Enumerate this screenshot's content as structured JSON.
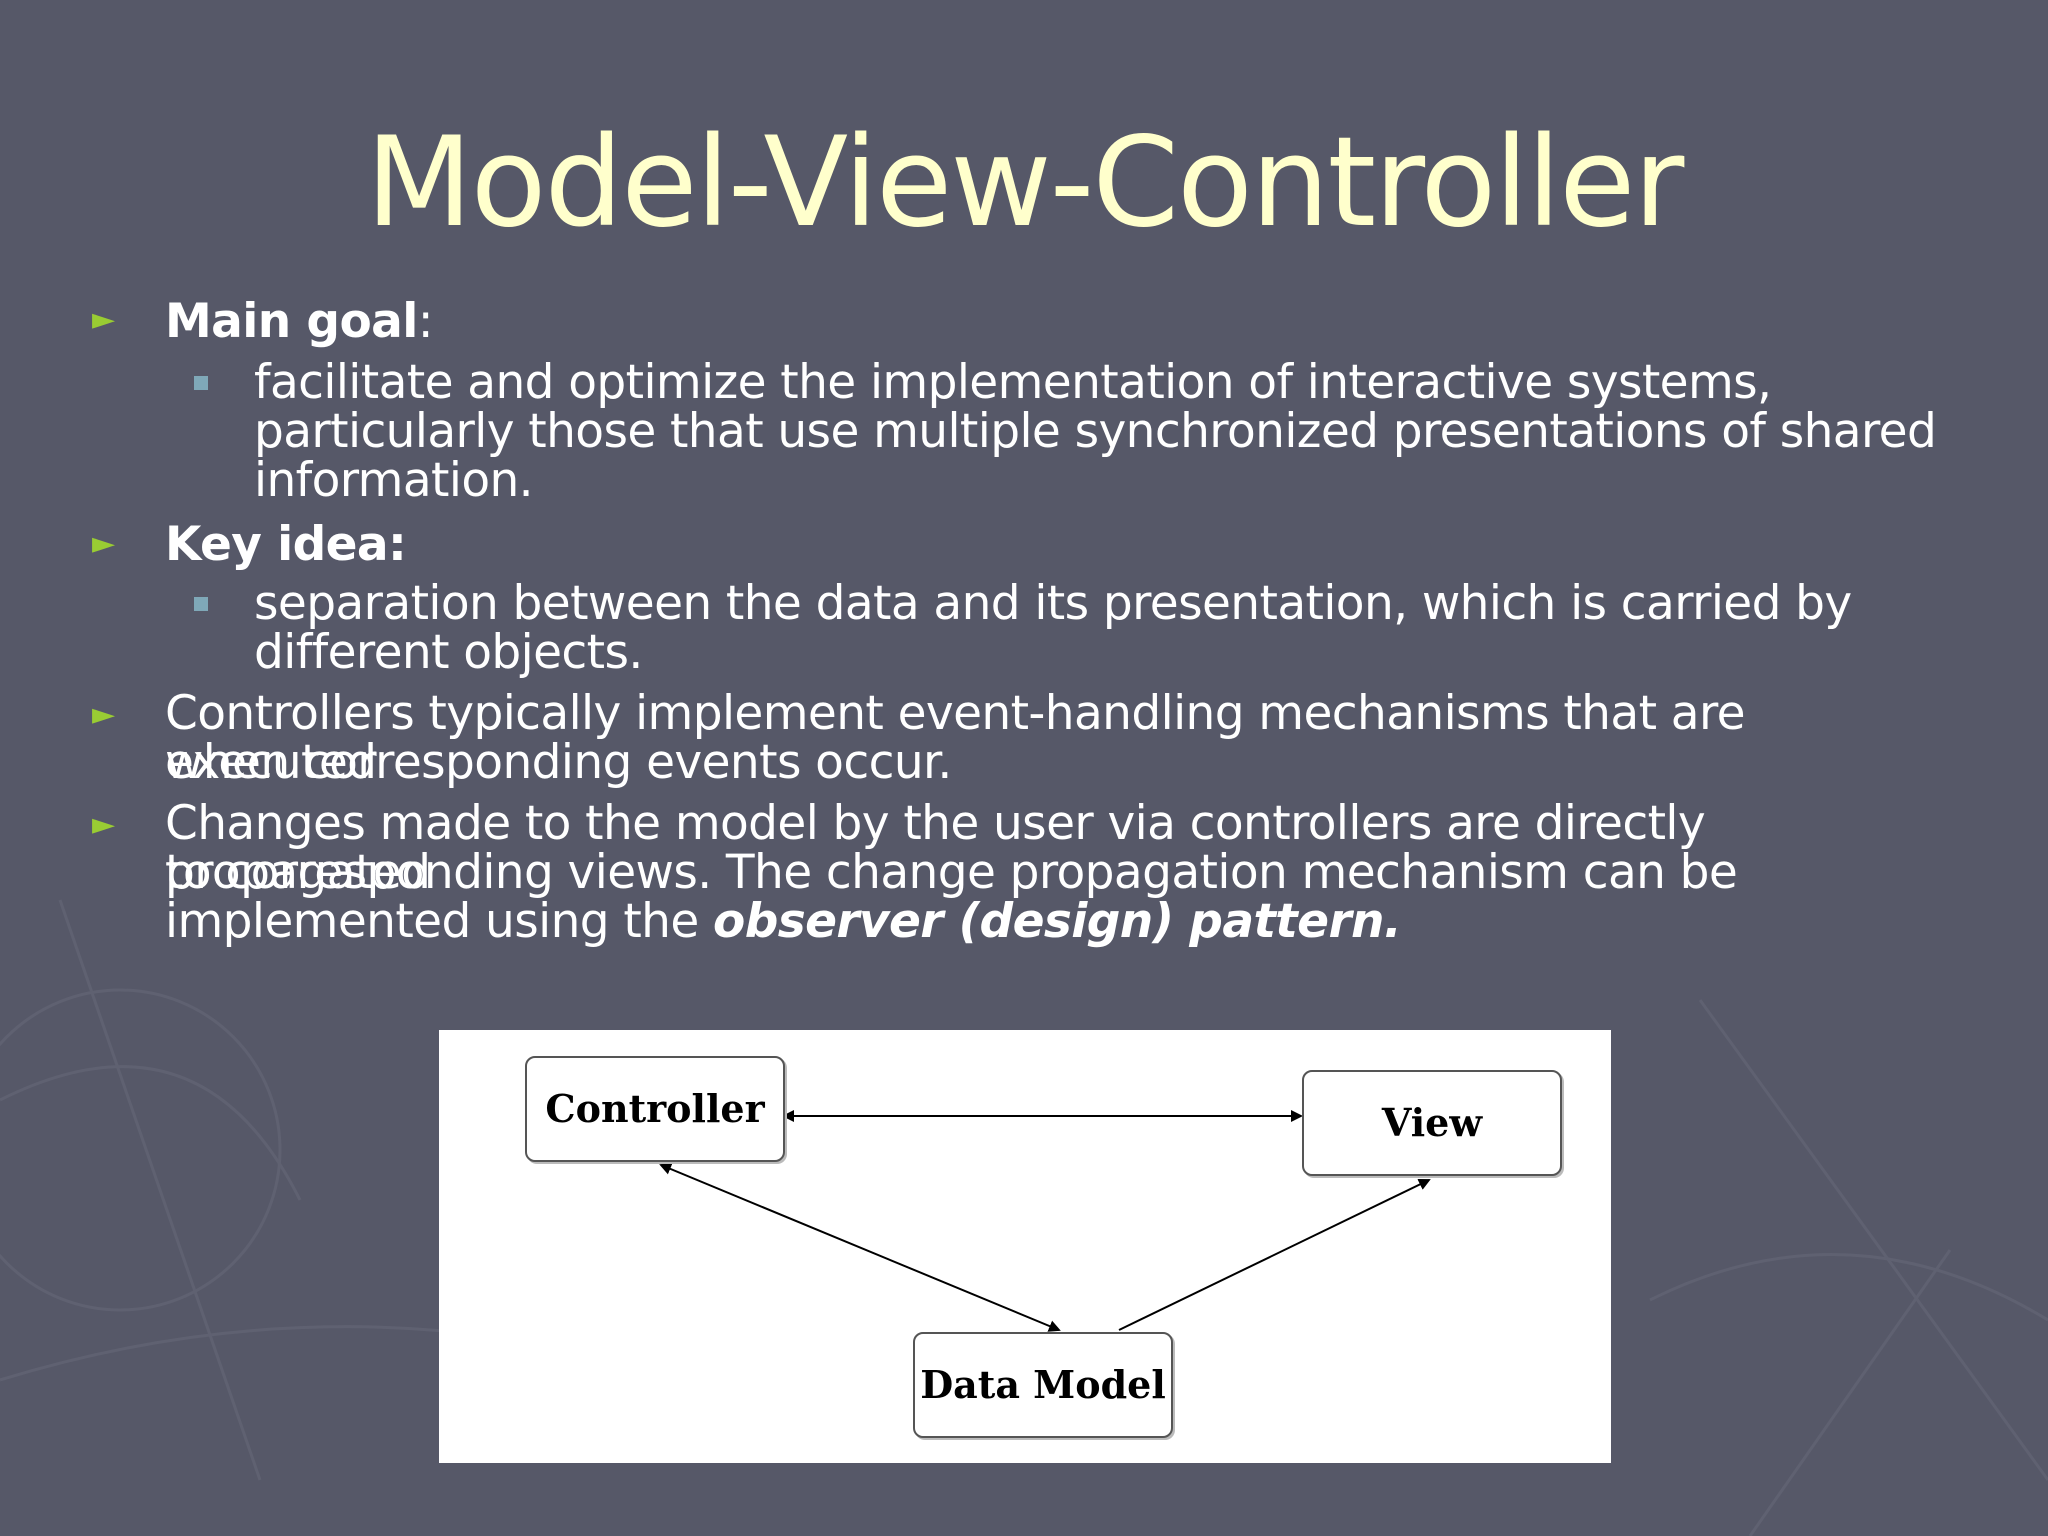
{
  "slide": {
    "title": "Model-View-Controller",
    "bullets": [
      {
        "label": "Main goal",
        "suffix": ":",
        "sub": [
          "facilitate and optimize the implementation of interactive systems,",
          "particularly those that use multiple synchronized presentations of shared",
          "information."
        ]
      },
      {
        "label": "Key idea:",
        "sub": [
          "separation between the data and its presentation, which is carried by",
          "different objects."
        ]
      },
      {
        "lines": [
          "Controllers typically implement event-handling mechanisms that are executed",
          "when corresponding events occur."
        ]
      },
      {
        "lines": [
          "Changes made to the model by the user via controllers are directly propagated",
          "to corresponding views. The change propagation mechanism can be"
        ],
        "last_prefix": "implemented using the ",
        "last_emphasis": "observer (design) pattern."
      }
    ]
  },
  "diagram": {
    "nodes": {
      "controller": "Controller",
      "view": "View",
      "data_model": "Data Model"
    }
  },
  "colors": {
    "background": "#565868",
    "title": "#ffffcc",
    "bullet_arrow": "#99cc33",
    "sub_bullet": "#7fa8b8"
  }
}
